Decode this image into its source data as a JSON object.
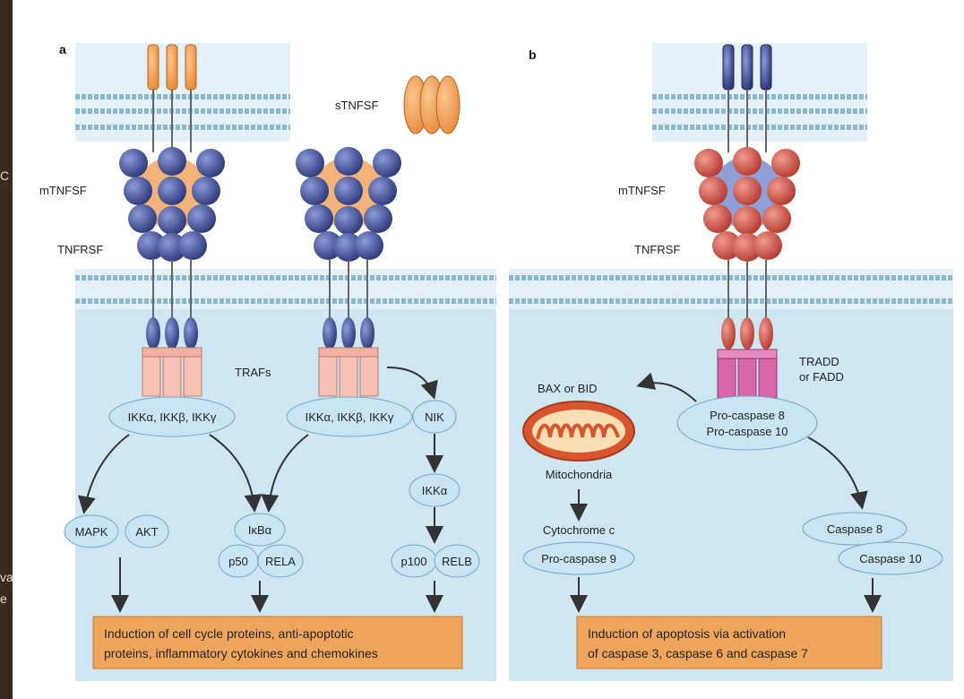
{
  "panel_a": {
    "letter": "a",
    "stnfsf": "sTNFSF",
    "mtnfsf": "mTNFSF",
    "tnfrsf": "TNFRSF",
    "trafs": "TRAFs",
    "ikk_left": "IKKα, IKKβ, IKKγ",
    "ikk_right": "IKKα, IKKβ, IKKγ",
    "nik": "NIK",
    "ikka": "IKKα",
    "mapk": "MAPK",
    "akt": "AKT",
    "ikba": "IκBα",
    "p50": "p50",
    "rela": "RELA",
    "p100": "p100",
    "relb": "RELB",
    "outcome_line1": "Induction of cell cycle proteins, anti-apoptotic",
    "outcome_line2": "proteins, inflammatory cytokines and chemokines"
  },
  "panel_b": {
    "letter": "b",
    "mtnfsf": "mTNFSF",
    "tnfrsf": "TNFRSF",
    "tradd_line1": "TRADD",
    "tradd_line2": "or FADD",
    "bax": "BAX or BID",
    "mito": "Mitochondria",
    "cytc": "Cytochrome c",
    "procasp9": "Pro-caspase 9",
    "procasp8": "Pro-caspase 8",
    "procasp10": "Pro-caspase 10",
    "casp8": "Caspase 8",
    "casp10": "Caspase 10",
    "outcome_line1": "Induction of apoptosis via activation",
    "outcome_line2": "of caspase 3, caspase 6 and caspase 7"
  },
  "side_fragments": {
    "c": "C",
    "va": "va",
    "e": "e"
  },
  "colors": {
    "cytoplasm": "#cfe7f3",
    "membrane": "#e4f1f8",
    "blue_subunit": "#3b4a8e",
    "red_subunit": "#c5463d",
    "orange_ligand": "#f0a15b",
    "outcome_box": "#f0a55c",
    "oval_fill": "#c9e5f4",
    "trad_pink": "#d767a9"
  }
}
